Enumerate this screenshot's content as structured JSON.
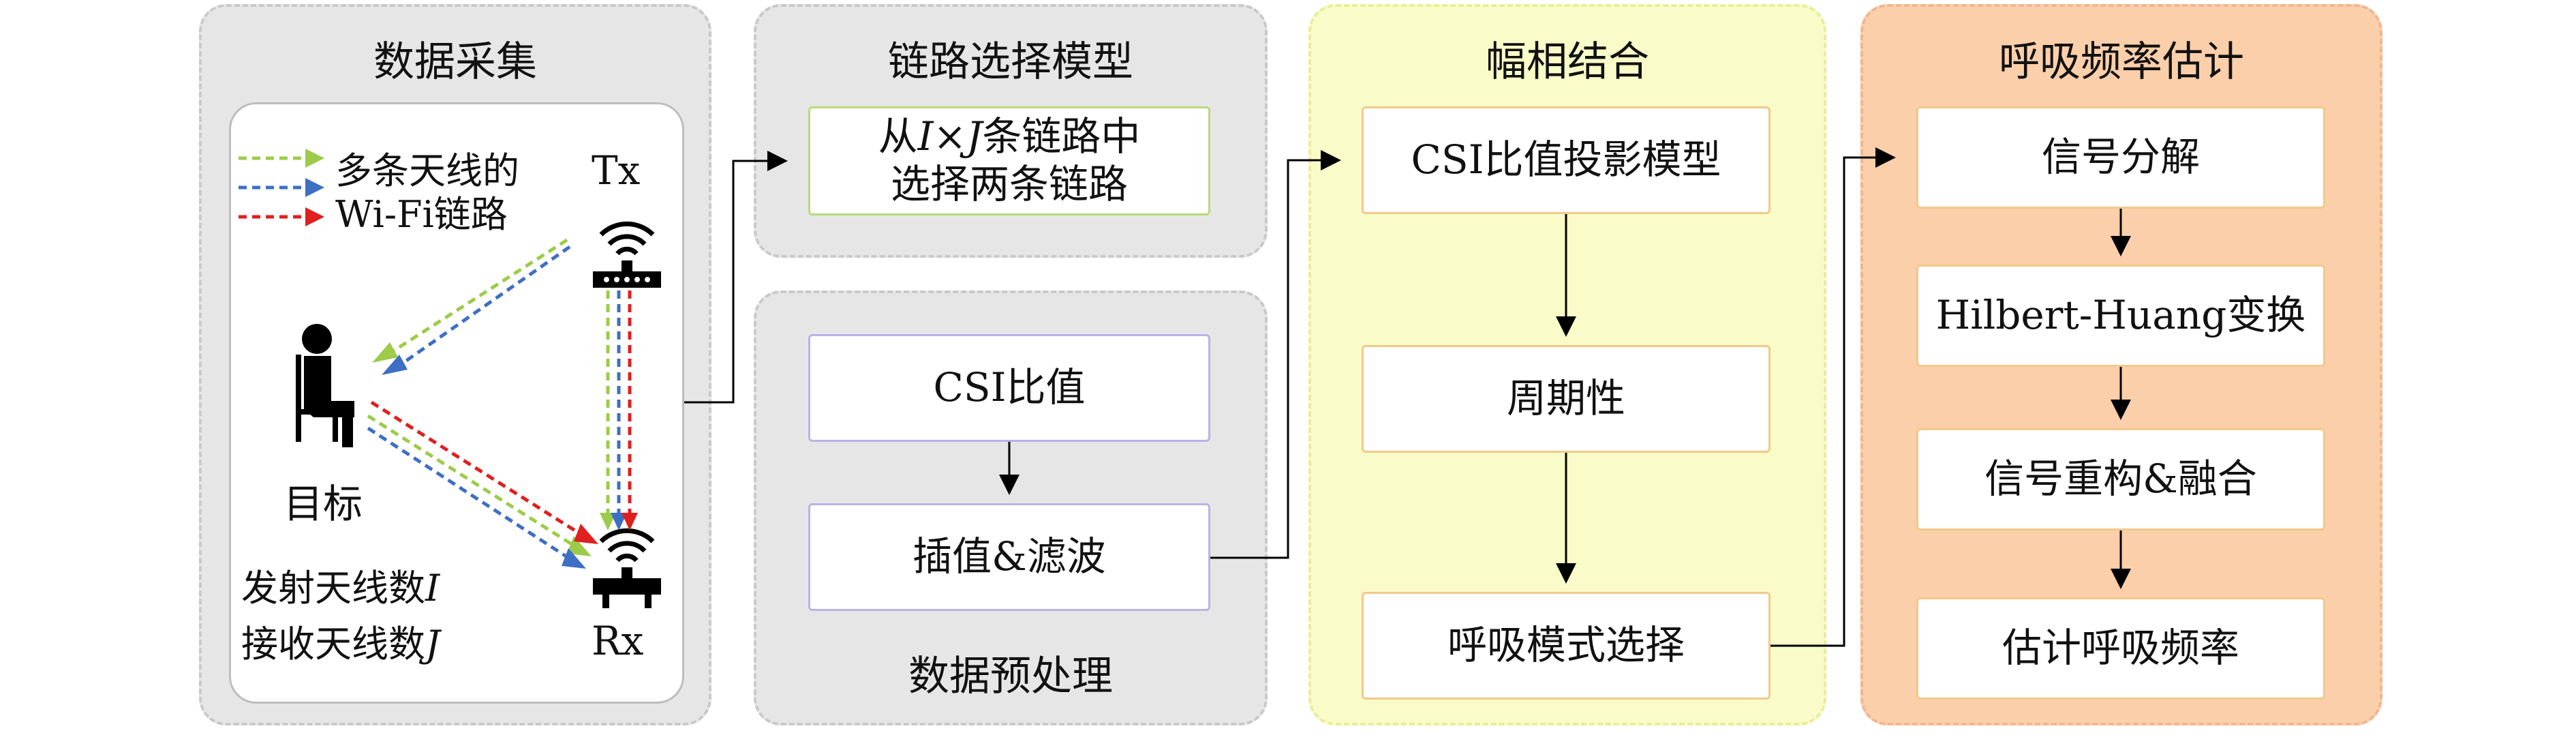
{
  "colors": {
    "panel_gray": "#e6e6e6",
    "panel_yellow": "#f9fcc8",
    "panel_orange": "#fbcfaa",
    "box_border_green": "#b9d97a",
    "box_border_purple": "#b9b3e6",
    "box_border_orange": "#f2c98a",
    "arrow_green": "#9ccc4a",
    "arrow_blue": "#3d6fc4",
    "arrow_red": "#e01f1f"
  },
  "panels": {
    "data_collection": {
      "title": "数据采集",
      "legend_line1": "多条天线的",
      "legend_line2": "Wi-Fi链路",
      "tx_label": "Tx",
      "rx_label": "Rx",
      "target_label": "目标",
      "tx_antennas_prefix": "发射天线数",
      "tx_antennas_var": "I",
      "rx_antennas_prefix": "接收天线数",
      "rx_antennas_var": "J"
    },
    "link_selection": {
      "title": "链路选择模型",
      "box_part1": "从",
      "box_var_i": "I",
      "box_times": "×",
      "box_var_j": "J",
      "box_part2": "条链路中",
      "box_line2": "选择两条链路"
    },
    "preprocessing": {
      "title": "数据预处理",
      "box1": "CSI比值",
      "box2": "插值&滤波"
    },
    "amp_phase": {
      "title": "幅相结合",
      "box1": "CSI比值投影模型",
      "box2": "周期性",
      "box3": "呼吸模式选择"
    },
    "breath_rate": {
      "title": "呼吸频率估计",
      "box1": "信号分解",
      "box2": "Hilbert-Huang变换",
      "box3": "信号重构&融合",
      "box4": "估计呼吸频率"
    }
  }
}
